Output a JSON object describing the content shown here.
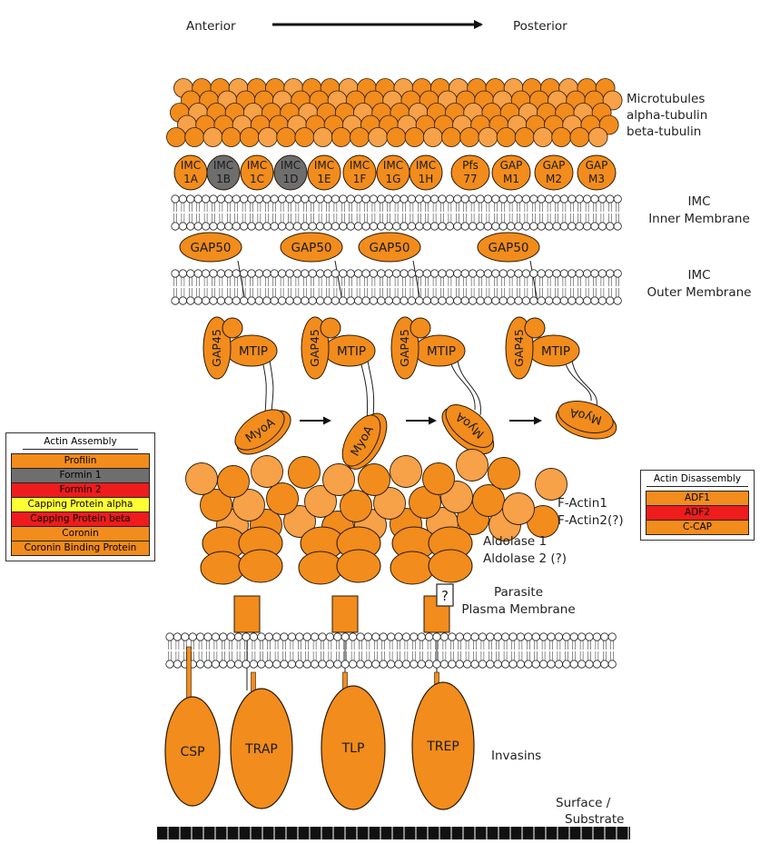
{
  "header": {
    "anterior": "Anterior",
    "posterior": "Posterior"
  },
  "colors": {
    "protein": "#f28c1c",
    "protein_light": "#f7a148",
    "stroke": "#2a1a08",
    "dark_protein": "#6e6e6e",
    "red": "#ee1c1c",
    "yellow": "#ffff33",
    "membrane": "#ffffff"
  },
  "side_labels": {
    "microtubules": [
      "Microtubules",
      "alpha-tubulin",
      "beta-tubulin"
    ],
    "imc_inner": [
      "IMC",
      "Inner Membrane"
    ],
    "imc_outer": [
      "IMC",
      "Outer Membrane"
    ],
    "f_actin": [
      "F-Actin1",
      "F-Actin2(?)"
    ],
    "aldolase": [
      "Aldolase 1",
      "Aldolase 2 (?)"
    ],
    "plasma": [
      "Parasite",
      "Plasma Membrane"
    ],
    "invasins": [
      "Invasins"
    ],
    "surface": [
      "Surface /",
      "Substrate"
    ]
  },
  "imc_proteins": [
    {
      "label": [
        "IMC",
        "1A"
      ],
      "color": "#f28c1c"
    },
    {
      "label": [
        "IMC",
        "1B"
      ],
      "color": "#6e6e6e"
    },
    {
      "label": [
        "IMC",
        "1C"
      ],
      "color": "#f28c1c"
    },
    {
      "label": [
        "IMC",
        "1D"
      ],
      "color": "#6e6e6e"
    },
    {
      "label": [
        "IMC",
        "1E"
      ],
      "color": "#f28c1c"
    },
    {
      "label": [
        "IMC",
        "1F"
      ],
      "color": "#f28c1c"
    },
    {
      "label": [
        "IMC",
        "1G"
      ],
      "color": "#f28c1c"
    },
    {
      "label": [
        "IMC",
        "1H"
      ],
      "color": "#f28c1c"
    },
    {
      "label": [
        "Pfs",
        "77"
      ],
      "color": "#f28c1c"
    },
    {
      "label": [
        "GAP",
        "M1"
      ],
      "color": "#f28c1c"
    },
    {
      "label": [
        "GAP",
        "M2"
      ],
      "color": "#f28c1c"
    },
    {
      "label": [
        "GAP",
        "M3"
      ],
      "color": "#f28c1c"
    }
  ],
  "gap50_label": "GAP50",
  "motor": {
    "gap45": "GAP45",
    "mtip": "MTIP",
    "myoa": "MyoA"
  },
  "unknown_mark": "?",
  "invasins": [
    "CSP",
    "TRAP",
    "TLP",
    "TREP"
  ],
  "legend_assembly": {
    "title": "Actin Assembly",
    "items": [
      {
        "label": "Profilin",
        "color": "#f28c1c"
      },
      {
        "label": "Formin 1",
        "color": "#6e6e6e"
      },
      {
        "label": "Formin 2",
        "color": "#ee1c1c"
      },
      {
        "label": "Capping Protein alpha",
        "color": "#ffff33"
      },
      {
        "label": "Capping Protein beta",
        "color": "#ee1c1c"
      },
      {
        "label": "Coronin",
        "color": "#f28c1c"
      },
      {
        "label": "Coronin Binding Protein",
        "color": "#f28c1c"
      }
    ]
  },
  "legend_disassembly": {
    "title": "Actin Disassembly",
    "items": [
      {
        "label": "ADF1",
        "color": "#f28c1c"
      },
      {
        "label": "ADF2",
        "color": "#ee1c1c"
      },
      {
        "label": "C-CAP",
        "color": "#f28c1c"
      }
    ]
  }
}
